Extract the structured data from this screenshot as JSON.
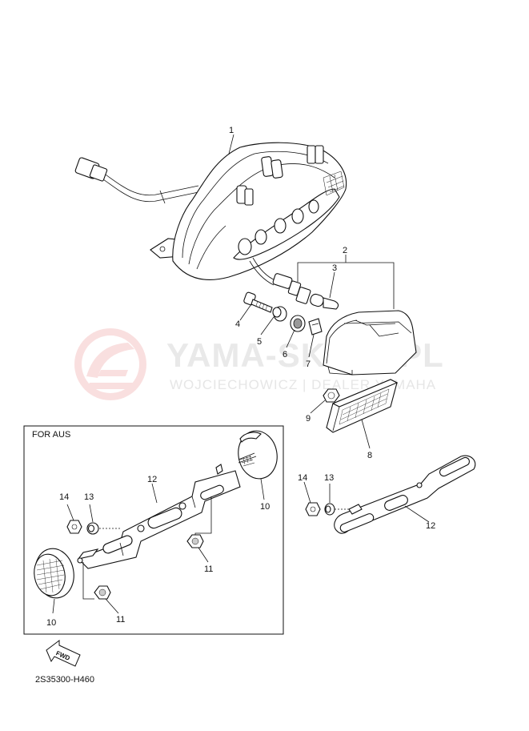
{
  "watermark": {
    "brand": "YAMA-SKLEP.PL",
    "dealer": "WOJCIECHOWICZ | DEALER YAMAHA"
  },
  "inset": {
    "title": "FOR AUS"
  },
  "fwd_label": "FWD",
  "diagram_code": "2S35300-H460",
  "callouts": [
    "1",
    "2",
    "3",
    "4",
    "5",
    "6",
    "7",
    "8",
    "9",
    "12",
    "13",
    "14",
    "12",
    "13",
    "14",
    "10",
    "11",
    "11",
    "10"
  ]
}
